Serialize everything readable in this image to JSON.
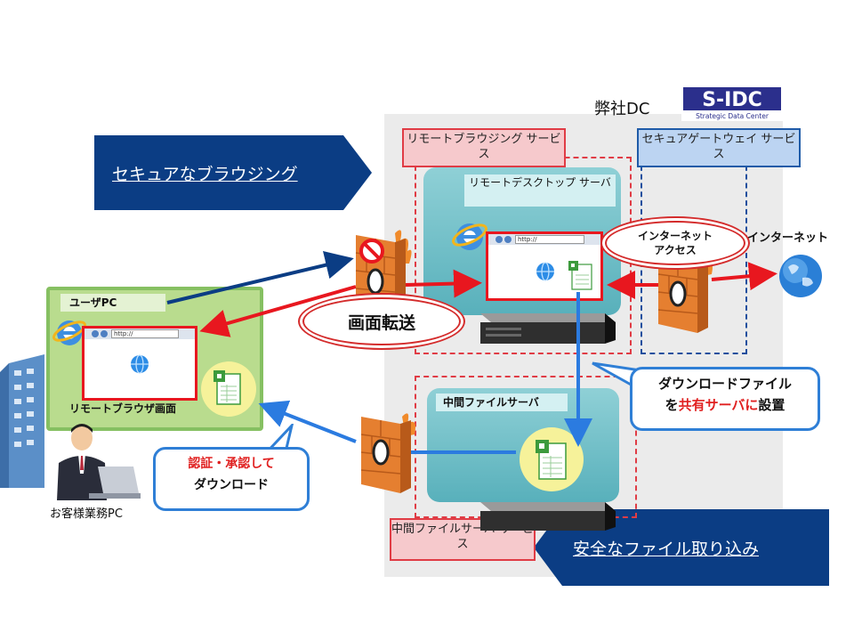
{
  "dc": {
    "label": "弊社DC",
    "logo_main": "S-IDC",
    "logo_sub": "Strategic Data Center"
  },
  "banners": {
    "secure_browsing": "セキュアなブラウジング",
    "safe_file": "安全なファイル取り込み"
  },
  "services": {
    "remote_browsing": "リモートブラウジング サービス",
    "secure_gateway": "セキュアゲートウェイ サービス",
    "file_server_service": "中間ファイルサーバ サービス"
  },
  "servers": {
    "remote_desktop": "リモートデスクトップ サーバ",
    "file_server": "中間ファイルサーバ"
  },
  "user": {
    "title": "ユーザPC",
    "screen_label": "リモートブラウザ画面",
    "pc_label": "お客様業務PC"
  },
  "labels": {
    "screen_transfer": "画面転送",
    "internet_access_1": "インターネット",
    "internet_access_2": "アクセス",
    "internet": "インターネット",
    "url_text": "http://"
  },
  "callouts": {
    "download_1": "ダウンロードファイル",
    "download_2a": "を",
    "download_2b": "共有サーバに",
    "download_2c": "設置",
    "auth_1": "認証・承認して",
    "auth_2": "ダウンロード"
  },
  "colors": {
    "navy": "#0b3d84",
    "red": "#e8171f",
    "blue_arrow": "#2b7be0",
    "firewall": "#e57f30"
  }
}
